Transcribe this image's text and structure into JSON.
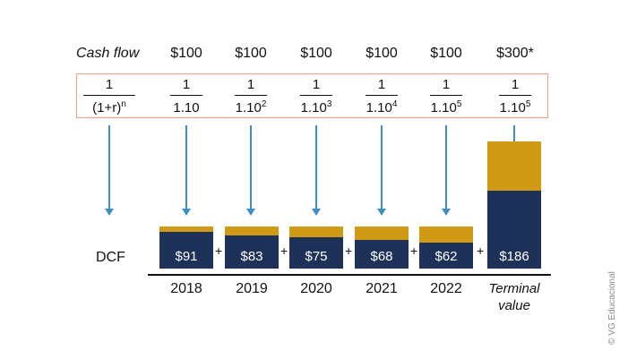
{
  "header": {
    "cash_flow_label": "Cash flow",
    "cash_flows": [
      "$100",
      "$100",
      "$100",
      "$100",
      "$100",
      "$300*"
    ]
  },
  "formula": {
    "general": {
      "num": "1",
      "den_base": "(1+r)",
      "den_exp": "n"
    },
    "items": [
      {
        "num": "1",
        "den_base": "1.10",
        "den_exp": ""
      },
      {
        "num": "1",
        "den_base": "1.10",
        "den_exp": "2"
      },
      {
        "num": "1",
        "den_base": "1.10",
        "den_exp": "3"
      },
      {
        "num": "1",
        "den_base": "1.10",
        "den_exp": "4"
      },
      {
        "num": "1",
        "den_base": "1.10",
        "den_exp": "5"
      },
      {
        "num": "1",
        "den_base": "1.10",
        "den_exp": "5"
      }
    ]
  },
  "dcf_label": "DCF",
  "plus_sign": "+",
  "bars": [
    {
      "value_label": "$91",
      "year": "2018",
      "discounted": 91,
      "cash_flow": 100
    },
    {
      "value_label": "$83",
      "year": "2019",
      "discounted": 83,
      "cash_flow": 100
    },
    {
      "value_label": "$75",
      "year": "2020",
      "discounted": 75,
      "cash_flow": 100
    },
    {
      "value_label": "$68",
      "year": "2021",
      "discounted": 68,
      "cash_flow": 100
    },
    {
      "value_label": "$62",
      "year": "2022",
      "discounted": 62,
      "cash_flow": 100
    },
    {
      "value_label": "$186",
      "year": "Terminal value",
      "discounted": 186,
      "cash_flow": 300
    }
  ],
  "terminal_label_line1": "Terminal",
  "terminal_label_line2": "value",
  "colors": {
    "discounted": "#1e3158",
    "remainder": "#d09a15",
    "arrow": "#3d8fca",
    "box_border": "#f0a07e"
  },
  "copyright": "© VG Educacional"
}
